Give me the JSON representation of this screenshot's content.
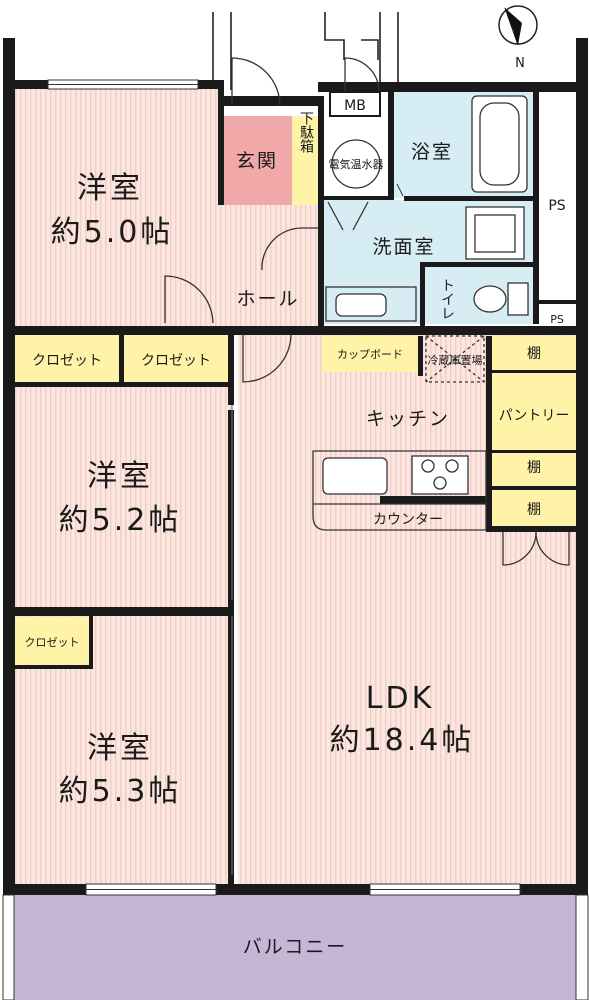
{
  "compass": {
    "north_label": "N"
  },
  "rooms": {
    "bedroom1": {
      "name": "洋室",
      "size": "約5.0帖"
    },
    "bedroom2": {
      "name": "洋室",
      "size": "約5.2帖"
    },
    "bedroom3": {
      "name": "洋室",
      "size": "約5.3帖"
    },
    "ldk": {
      "name": "LDK",
      "size": "約18.4帖"
    },
    "entrance": "玄関",
    "shoe_box": "下駄箱",
    "water_heater": "電気温水器",
    "mb": "MB",
    "bath": "浴室",
    "washroom": "洗面室",
    "hall": "ホール",
    "toilet": "トイレ",
    "ps_top": "PS",
    "ps_bottom": "PS",
    "closet1": "クロゼット",
    "closet2": "クロゼット",
    "closet3": "クロゼット",
    "cupboard": "カップボード",
    "fridge": "冷蔵庫置場",
    "kitchen": "キッチン",
    "counter": "カウンター",
    "pantry": "パントリー",
    "shelf1": "棚",
    "shelf2": "棚",
    "shelf3": "棚",
    "balcony": "バルコニー"
  },
  "colors": {
    "room_floor": "#fbe6e0",
    "stripe": "#f1cfc6",
    "entrance": "#f0a8a8",
    "wet_area": "#d6eef3",
    "storage": "#fff3a8",
    "balcony": "#c5b6d6",
    "wall": "#1a1a1a"
  }
}
